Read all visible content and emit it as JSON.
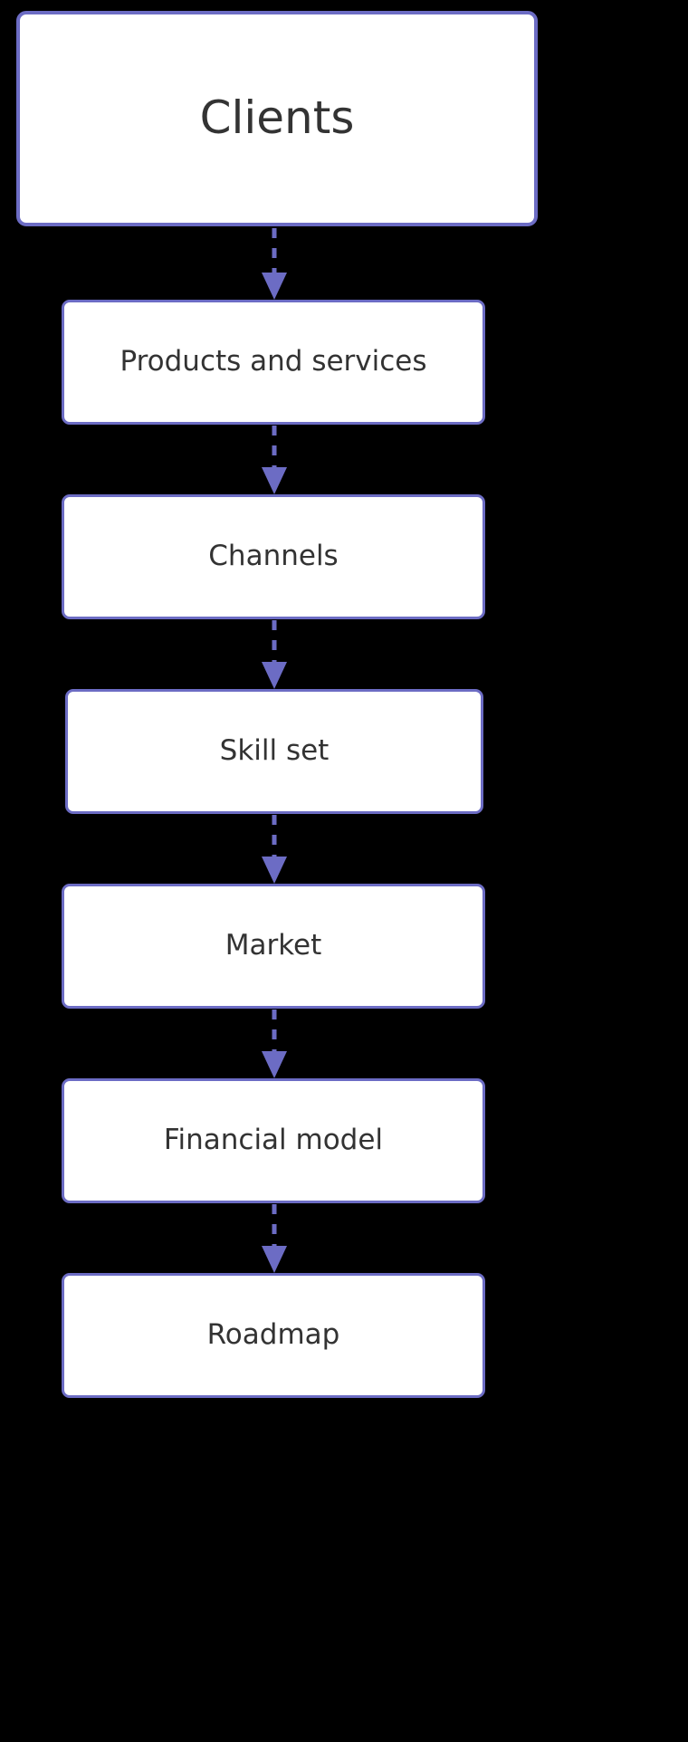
{
  "diagram": {
    "type": "flowchart",
    "orientation": "top-to-bottom",
    "background_color": "#000000",
    "node_fill_color": "#ffffff",
    "node_border_color": "#6c6cc4",
    "node_text_color": "#333333",
    "edge_color": "#6c6cc4",
    "edge_style": "dashed",
    "arrowhead_style": "solid-triangle",
    "nodes": [
      {
        "id": "clients",
        "label": "Clients"
      },
      {
        "id": "products-and-services",
        "label": "Products and services"
      },
      {
        "id": "channels",
        "label": "Channels"
      },
      {
        "id": "skill-set",
        "label": "Skill set"
      },
      {
        "id": "market",
        "label": "Market"
      },
      {
        "id": "financial-model",
        "label": "Financial model"
      },
      {
        "id": "roadmap",
        "label": "Roadmap"
      }
    ],
    "edges": [
      {
        "from": "clients",
        "to": "products-and-services",
        "label": ""
      },
      {
        "from": "products-and-services",
        "to": "channels",
        "label": ""
      },
      {
        "from": "channels",
        "to": "skill-set",
        "label": ""
      },
      {
        "from": "skill-set",
        "to": "market",
        "label": ""
      },
      {
        "from": "market",
        "to": "financial-model",
        "label": ""
      },
      {
        "from": "financial-model",
        "to": "roadmap",
        "label": ""
      }
    ]
  }
}
